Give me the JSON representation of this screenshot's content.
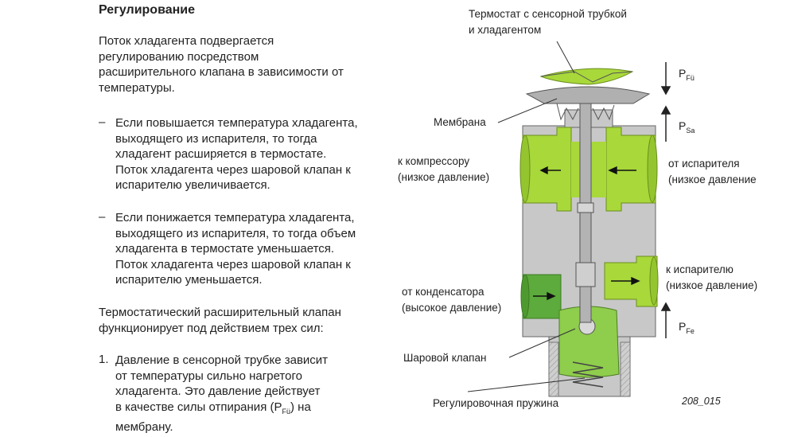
{
  "heading": "Регулирование",
  "intro": [
    "Поток хладагента подвергается",
    "регулированию посредством",
    "расширительного клапана в зависимости от",
    "температуры."
  ],
  "bullet_marker": "–",
  "bullet1": [
    "Если повышается температура хладагента,",
    "выходящего из испарителя, то тогда",
    "хладагент расширяется в термостате.",
    "Поток хладагента через шаровой клапан к",
    "испарителю увеличивается."
  ],
  "bullet2": [
    "Если понижается температура хладагента,",
    "выходящего из испарителя, то тогда объем",
    "хладагента в термостате уменьшается.",
    "Поток хладагента через шаровой клапан к",
    "испарителю уменьшается."
  ],
  "forces_intro": [
    "Термостатический расширительный клапан",
    "функционирует под действием трех сил:"
  ],
  "item1_number": "1.",
  "item1": [
    "Давление в сенсорной трубке зависит",
    "от температуры сильно нагретого",
    "хладагента. Это давление действует"
  ],
  "item1_last_pre": "в качестве силы отпирания (P",
  "item1_last_sub": "Fü",
  "item1_last_post": ") на",
  "item1_end": "мембрану.",
  "labels": {
    "thermostat": [
      "Термостат с сенсорной трубкой",
      "и хладагентом"
    ],
    "membrane": "Мембрана",
    "to_compressor": [
      "к компрессору",
      "(низкое давление)"
    ],
    "from_evaporator": [
      "от испарителя",
      "(низкое давление"
    ],
    "to_evaporator": [
      "к испарителю",
      "(низкое давление)"
    ],
    "from_condenser": [
      "от конденсатора",
      "(высокое давление)"
    ],
    "ball_valve": "Шаровой клапан",
    "spring": "Регулировочная пружина"
  },
  "forces": {
    "pfu": {
      "p": "P",
      "sub": "Fü"
    },
    "psa": {
      "p": "P",
      "sub": "Sa"
    },
    "pfe": {
      "p": "P",
      "sub": "Fe"
    }
  },
  "figure_id": "208_015",
  "colors": {
    "body": "#c8c8c8",
    "low_pressure": "#a8d83a",
    "high_pressure": "#5cab3c",
    "ball_chamber": "#8fcd4d"
  }
}
